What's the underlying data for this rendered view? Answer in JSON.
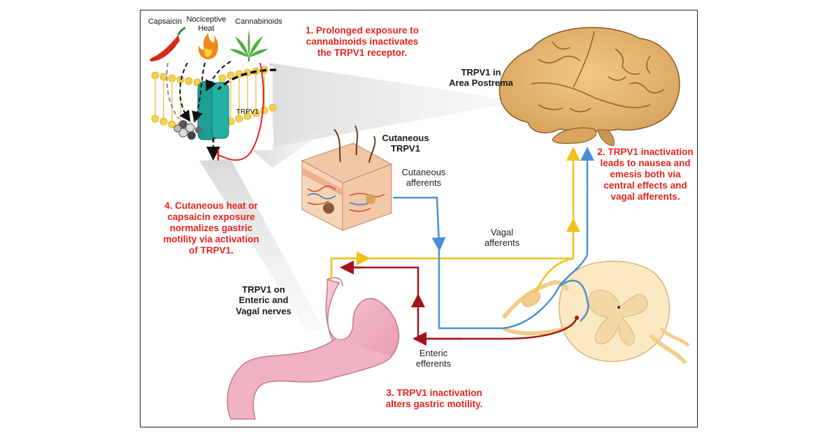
{
  "stimuli": {
    "capsaicin": "Capsaicin",
    "heat": "Nociceptive\nHeat",
    "cannabinoids": "Cannabinoids"
  },
  "receptor_label": "TRPV1",
  "labels": {
    "area_postrema": "TRPV1 in\nArea Postrema",
    "cutaneous_trpv1": "Cutaneous\nTRPV1",
    "cutaneous_afferents": "Cutaneous\nafferents",
    "vagal_afferents": "Vagal\nafferents",
    "enteric_vagal": "TRPV1 on\nEnteric and\nVagal nerves",
    "enteric_efferents": "Enteric\nefferents"
  },
  "notes": {
    "step1": "1. Prolonged exposure to\ncannabinoids inactivates\nthe TRPV1 receptor.",
    "step2": "2. TRPV1 inactivation\nleads to nausea and\nemesis both via\ncentral effects and\nvagal afferents.",
    "step3": "3. TRPV1 inactivation\nalters gastric motility.",
    "step4": "4. Cutaneous heat or\ncapsaicin exposure\nnormalizes gastric\nmotility via activation\nof TRPV1."
  },
  "colors": {
    "note_red": "#e8231c",
    "vagal_yellow": "#f2c21b",
    "cutaneous_blue": "#4a8fd6",
    "efferent_red": "#a3141b",
    "receptor_teal": "#1f9e93",
    "membrane_yellow": "#f5d34c"
  }
}
